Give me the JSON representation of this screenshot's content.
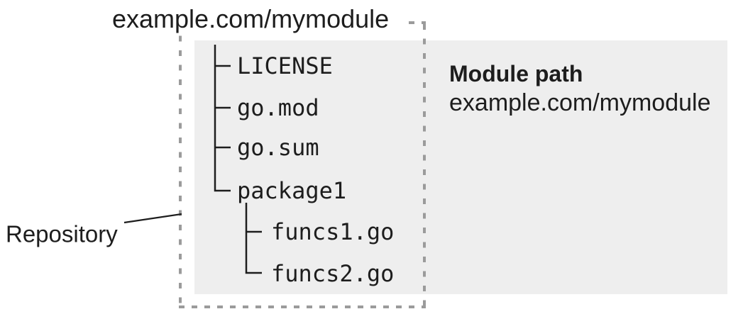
{
  "repository": {
    "title": "example.com/mymodule",
    "label": "Repository"
  },
  "module_info": {
    "heading": "Module path",
    "value": "example.com/mymodule"
  },
  "tree": {
    "root": [
      "LICENSE",
      "go.mod",
      "go.sum",
      "package1"
    ],
    "package1_children": [
      "funcs1.go",
      "funcs2.go"
    ]
  },
  "colors": {
    "box_bg": "#eeeeee",
    "border_dots": "#9b9b9b",
    "text": "#1d1d1d",
    "line": "#1d1d1d"
  }
}
